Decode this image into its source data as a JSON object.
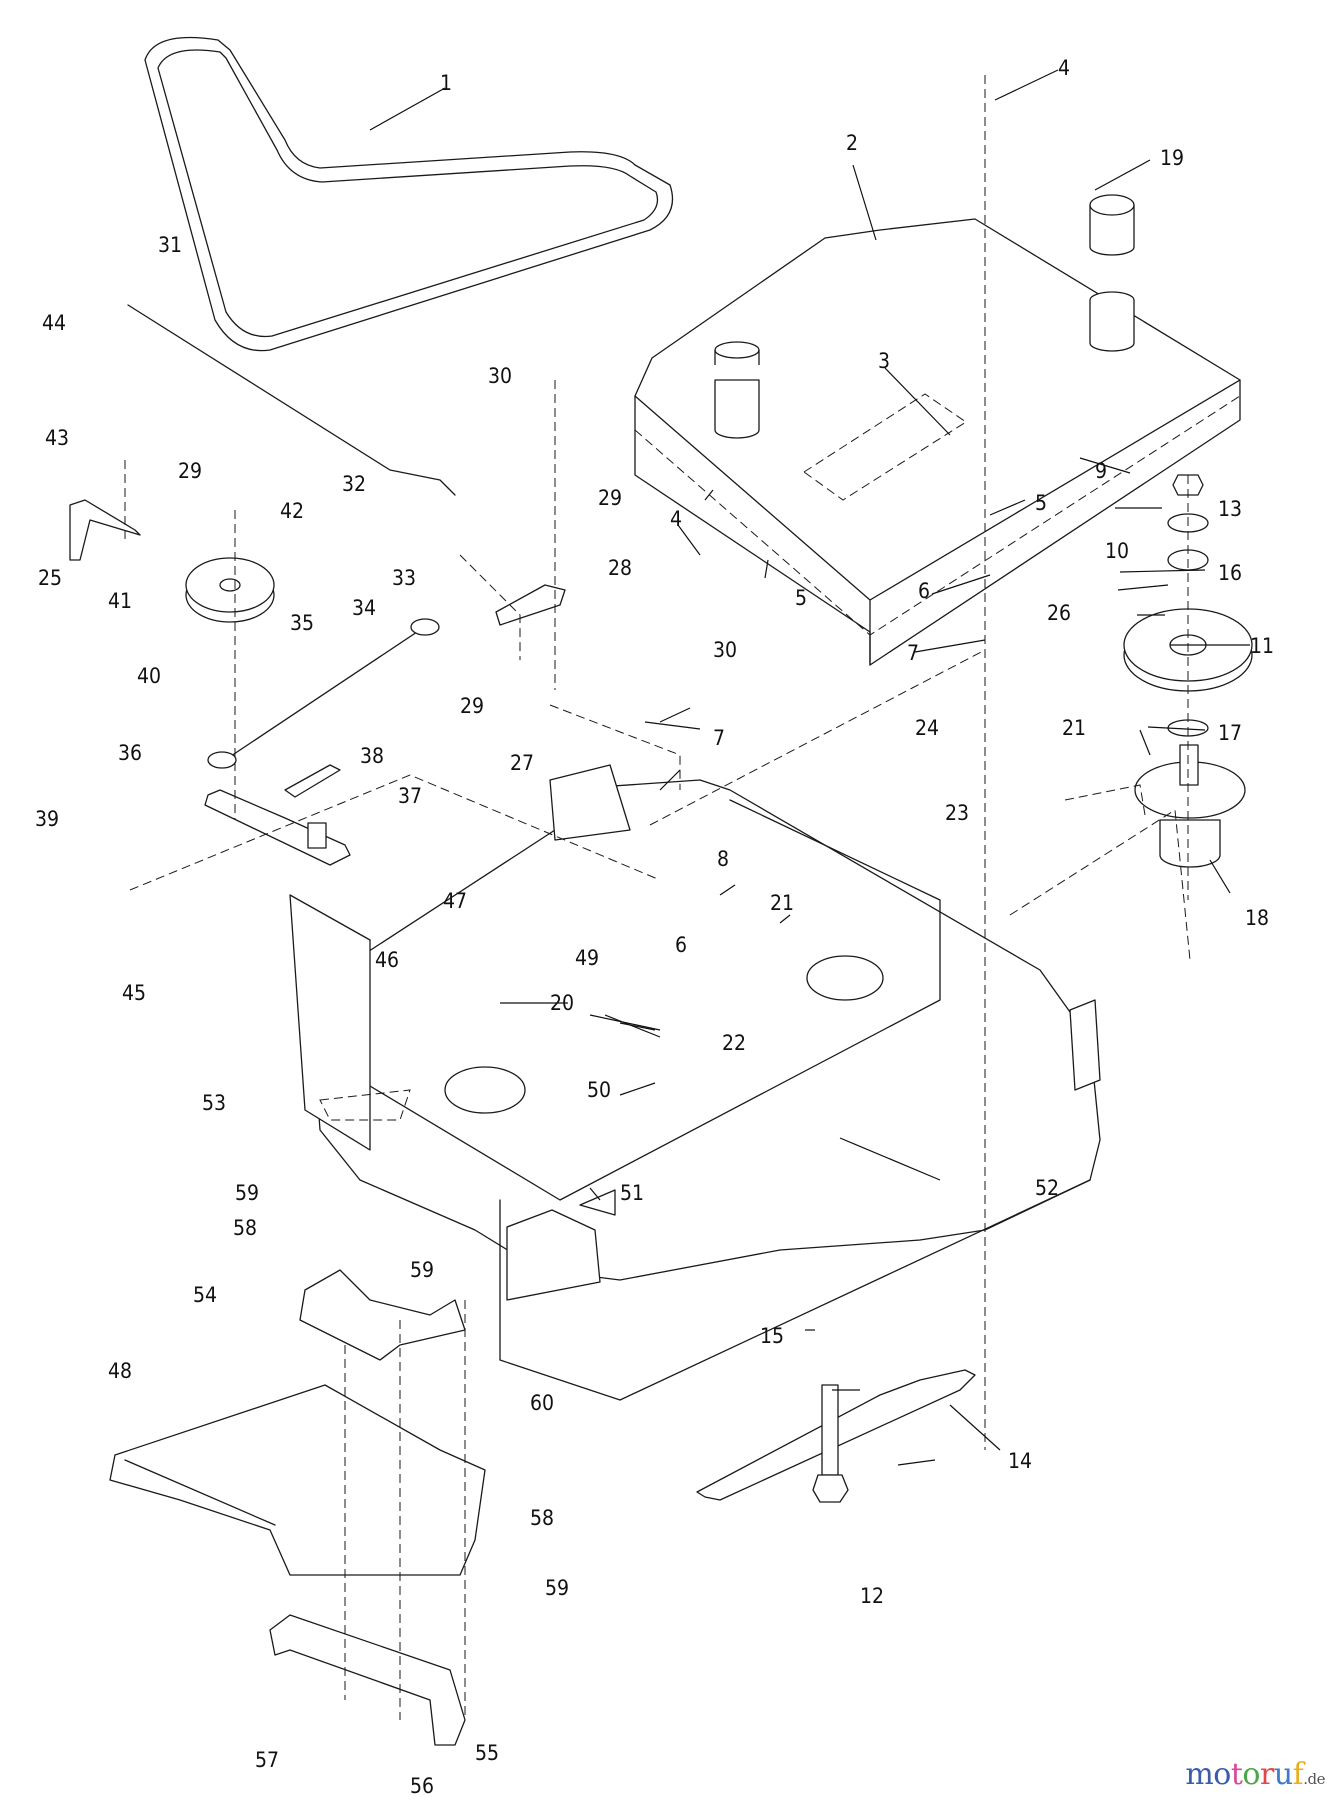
{
  "diagram": {
    "title": "Mower deck exploded parts diagram",
    "callouts": [
      {
        "id": "1",
        "label": "1"
      },
      {
        "id": "2",
        "label": "2"
      },
      {
        "id": "3",
        "label": "3"
      },
      {
        "id": "4a",
        "label": "4"
      },
      {
        "id": "4b",
        "label": "4"
      },
      {
        "id": "5a",
        "label": "5"
      },
      {
        "id": "5b",
        "label": "5"
      },
      {
        "id": "6a",
        "label": "6"
      },
      {
        "id": "6b",
        "label": "6"
      },
      {
        "id": "7a",
        "label": "7"
      },
      {
        "id": "7b",
        "label": "7"
      },
      {
        "id": "8",
        "label": "8"
      },
      {
        "id": "9",
        "label": "9"
      },
      {
        "id": "10",
        "label": "10"
      },
      {
        "id": "11",
        "label": "11"
      },
      {
        "id": "12",
        "label": "12"
      },
      {
        "id": "13",
        "label": "13"
      },
      {
        "id": "14",
        "label": "14"
      },
      {
        "id": "15",
        "label": "15"
      },
      {
        "id": "16",
        "label": "16"
      },
      {
        "id": "17",
        "label": "17"
      },
      {
        "id": "18",
        "label": "18"
      },
      {
        "id": "19",
        "label": "19"
      },
      {
        "id": "20",
        "label": "20"
      },
      {
        "id": "21a",
        "label": "21"
      },
      {
        "id": "21b",
        "label": "21"
      },
      {
        "id": "22",
        "label": "22"
      },
      {
        "id": "23",
        "label": "23"
      },
      {
        "id": "24",
        "label": "24"
      },
      {
        "id": "25",
        "label": "25"
      },
      {
        "id": "26",
        "label": "26"
      },
      {
        "id": "27",
        "label": "27"
      },
      {
        "id": "28",
        "label": "28"
      },
      {
        "id": "29a",
        "label": "29"
      },
      {
        "id": "29b",
        "label": "29"
      },
      {
        "id": "29c",
        "label": "29"
      },
      {
        "id": "30a",
        "label": "30"
      },
      {
        "id": "30b",
        "label": "30"
      },
      {
        "id": "31",
        "label": "31"
      },
      {
        "id": "32",
        "label": "32"
      },
      {
        "id": "33",
        "label": "33"
      },
      {
        "id": "34",
        "label": "34"
      },
      {
        "id": "35",
        "label": "35"
      },
      {
        "id": "36",
        "label": "36"
      },
      {
        "id": "37",
        "label": "37"
      },
      {
        "id": "38",
        "label": "38"
      },
      {
        "id": "39",
        "label": "39"
      },
      {
        "id": "40",
        "label": "40"
      },
      {
        "id": "41",
        "label": "41"
      },
      {
        "id": "42",
        "label": "42"
      },
      {
        "id": "43",
        "label": "43"
      },
      {
        "id": "44",
        "label": "44"
      },
      {
        "id": "45",
        "label": "45"
      },
      {
        "id": "46",
        "label": "46"
      },
      {
        "id": "47",
        "label": "47"
      },
      {
        "id": "48",
        "label": "48"
      },
      {
        "id": "49",
        "label": "49"
      },
      {
        "id": "50",
        "label": "50"
      },
      {
        "id": "51",
        "label": "51"
      },
      {
        "id": "52",
        "label": "52"
      },
      {
        "id": "53",
        "label": "53"
      },
      {
        "id": "54",
        "label": "54"
      },
      {
        "id": "55",
        "label": "55"
      },
      {
        "id": "56",
        "label": "56"
      },
      {
        "id": "57",
        "label": "57"
      },
      {
        "id": "58a",
        "label": "58"
      },
      {
        "id": "58b",
        "label": "58"
      },
      {
        "id": "59a",
        "label": "59"
      },
      {
        "id": "59b",
        "label": "59"
      },
      {
        "id": "59c",
        "label": "59"
      },
      {
        "id": "60",
        "label": "60"
      }
    ]
  },
  "watermark": {
    "letters": [
      {
        "ch": "m",
        "color": "#3b5bab"
      },
      {
        "ch": "o",
        "color": "#3b5bab"
      },
      {
        "ch": "t",
        "color": "#d94a9a"
      },
      {
        "ch": "o",
        "color": "#4aa84a"
      },
      {
        "ch": "r",
        "color": "#e04848"
      },
      {
        "ch": "u",
        "color": "#3b7bc8"
      },
      {
        "ch": "f",
        "color": "#e8b020"
      }
    ],
    "tld": ".de"
  }
}
